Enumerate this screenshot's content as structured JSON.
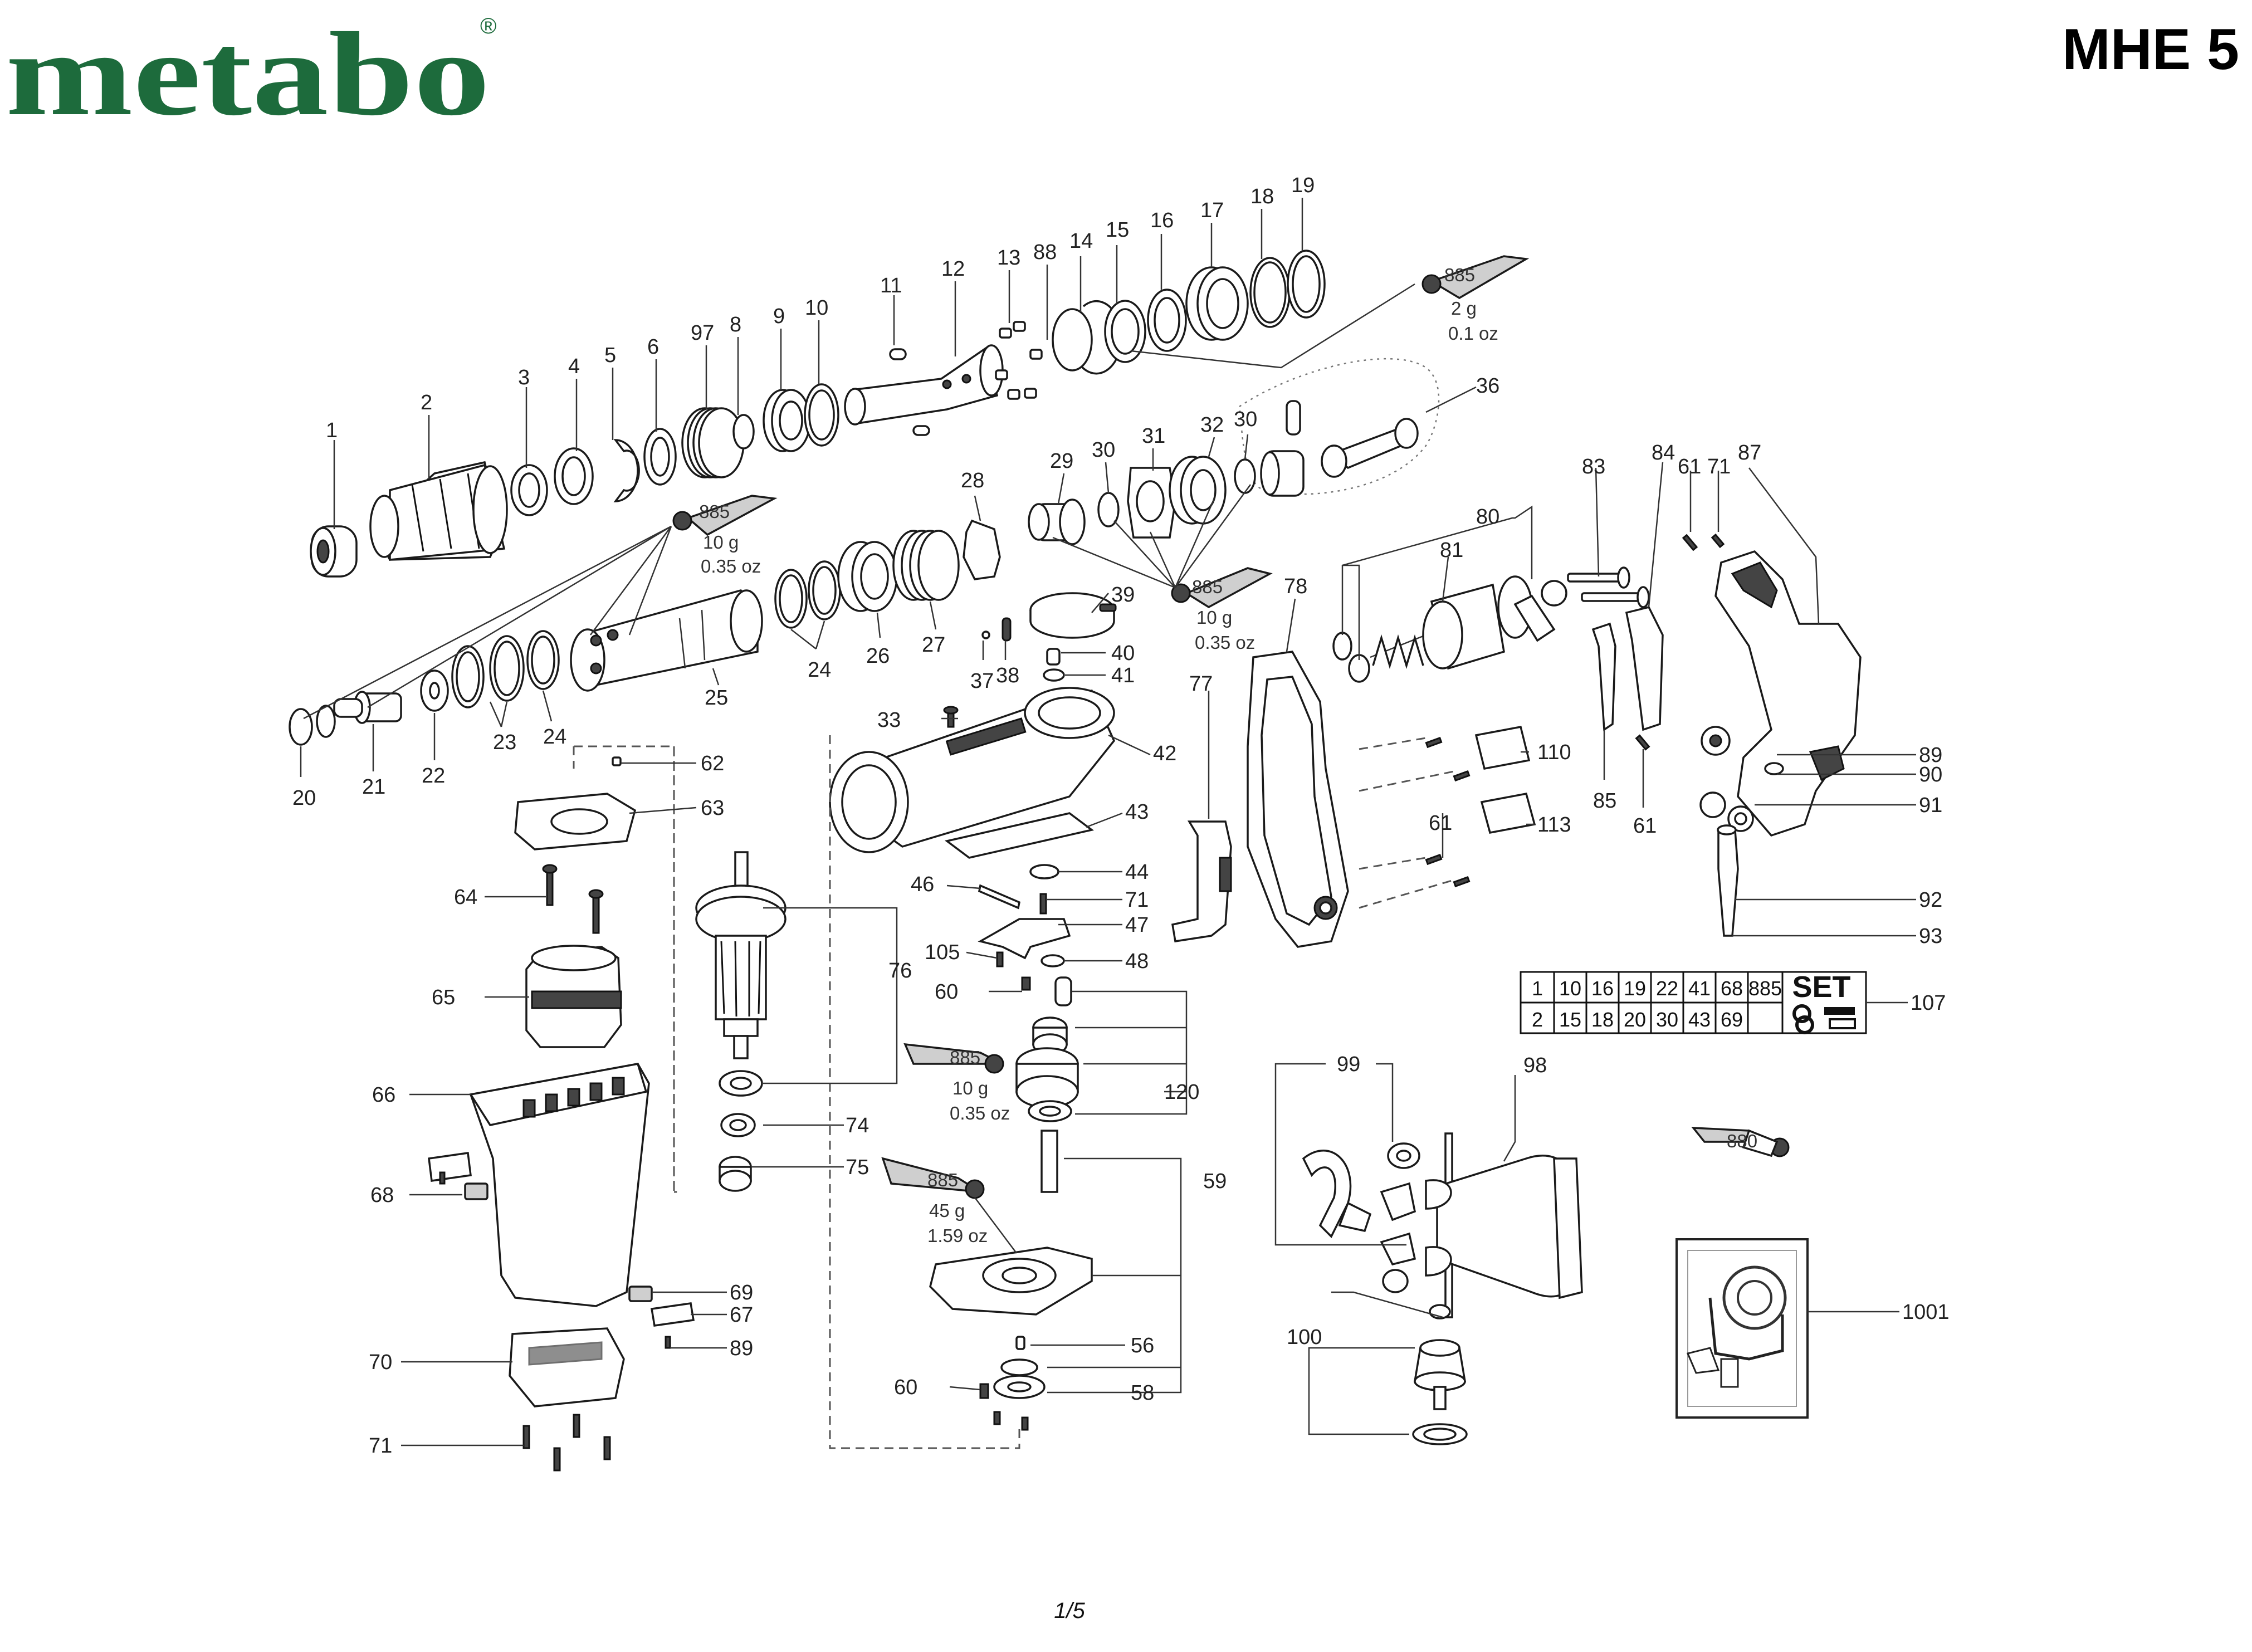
{
  "header": {
    "brand": "metabo",
    "registered_mark": "®",
    "model": "MHE 5"
  },
  "footer": {
    "page": "1/5"
  },
  "colors": {
    "brand_green": "#1d6b3c",
    "ink": "#1a1a1a"
  },
  "lubricants": [
    {
      "code": "885",
      "amount_g": "2 g",
      "amount_oz": "0.1 oz"
    },
    {
      "code": "885",
      "amount_g": "10 g",
      "amount_oz": "0.35 oz"
    },
    {
      "code": "885",
      "amount_g": "10 g",
      "amount_oz": "0.35 oz"
    },
    {
      "code": "885",
      "amount_g": "10 g",
      "amount_oz": "0.35 oz"
    },
    {
      "code": "885",
      "amount_g": "45 g",
      "amount_oz": "1.59 oz"
    },
    {
      "code": "880"
    }
  ],
  "set_table": {
    "title": "SET",
    "label": "107",
    "row1": [
      "1",
      "10",
      "16",
      "19",
      "22",
      "41",
      "68",
      "885"
    ],
    "row2": [
      "2",
      "15",
      "18",
      "20",
      "30",
      "43",
      "69"
    ]
  },
  "part_labels": [
    "1",
    "2",
    "3",
    "4",
    "5",
    "6",
    "97",
    "8",
    "9",
    "10",
    "11",
    "12",
    "13",
    "88",
    "14",
    "15",
    "16",
    "17",
    "18",
    "19",
    "36",
    "28",
    "29",
    "30",
    "31",
    "32",
    "30",
    "24",
    "26",
    "27",
    "25",
    "20",
    "21",
    "22",
    "23",
    "24",
    "39",
    "40",
    "41",
    "37",
    "38",
    "33",
    "42",
    "43",
    "44",
    "46",
    "71",
    "47",
    "105",
    "48",
    "62",
    "63",
    "64",
    "65",
    "66",
    "68",
    "76",
    "74",
    "75",
    "60",
    "120",
    "59",
    "56",
    "58",
    "60",
    "69",
    "67",
    "89",
    "70",
    "71",
    "77",
    "78",
    "80",
    "81",
    "83",
    "84",
    "61",
    "71",
    "87",
    "85",
    "61",
    "110",
    "61",
    "113",
    "89",
    "90",
    "91",
    "92",
    "93",
    "99",
    "98",
    "100",
    "1001"
  ]
}
